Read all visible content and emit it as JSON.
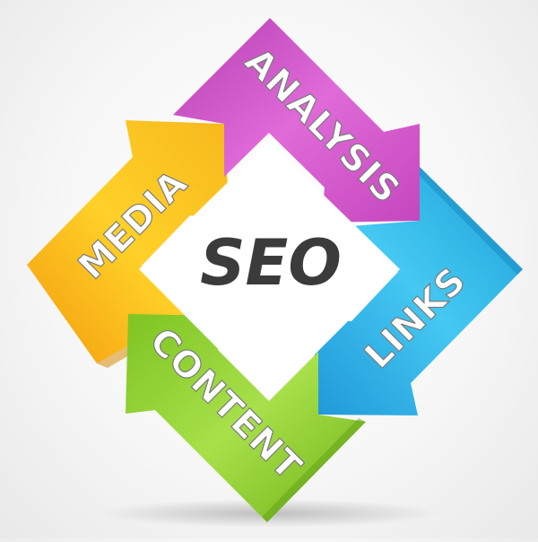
{
  "center": {
    "title": "SEO"
  },
  "cycle": [
    {
      "id": "analysis",
      "label": "ANALYSIS",
      "color": "#d54fcb"
    },
    {
      "id": "links",
      "label": "LINKS",
      "color": "#23b3e6"
    },
    {
      "id": "content",
      "label": "CONTENT",
      "color": "#93d12f"
    },
    {
      "id": "media",
      "label": "MEDIA",
      "color": "#f5b417"
    }
  ],
  "colors": {
    "center_fill": "#ffffff",
    "center_text": "#3b3b3b"
  }
}
